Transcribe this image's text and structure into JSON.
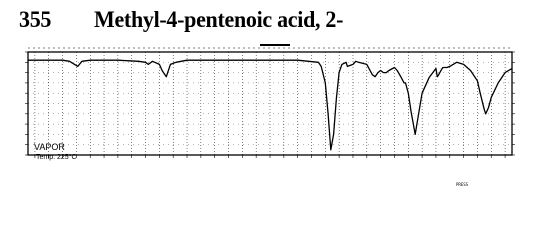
{
  "header": {
    "entry_number": "355",
    "compound_name": "Methyl-4-pentenoic acid, 2-"
  },
  "sample": {
    "phase": "VAPOR",
    "condition": "Temp. 225°C"
  },
  "footer": {
    "credit": "PRESS"
  },
  "chart_data": {
    "type": "line",
    "title": "Methyl-4-pentenoic acid, 2-",
    "xlabel": "",
    "ylabel": "",
    "xlim": [
      3950,
      450
    ],
    "ylim": [
      0,
      100
    ],
    "grid": true,
    "series": [
      {
        "x": [
          3950,
          3700,
          3650,
          3590,
          3560,
          3500,
          3300,
          3150,
          3100,
          3080,
          3050,
          3000,
          2980,
          2950,
          2920,
          2880,
          2800,
          2600,
          2400,
          2200,
          2000,
          1850,
          1830,
          1800,
          1780,
          1760,
          1740,
          1720,
          1700,
          1680,
          1650,
          1640,
          1600,
          1580,
          1560,
          1500,
          1460,
          1440,
          1420,
          1400,
          1380,
          1360,
          1340,
          1300,
          1280,
          1250,
          1230,
          1220,
          1200,
          1180,
          1150,
          1120,
          1100,
          1050,
          1000,
          990,
          980,
          960,
          950,
          920,
          900,
          850,
          800,
          750,
          720,
          700,
          680,
          650,
          640,
          620,
          600,
          550,
          500,
          450
        ],
        "y": [
          92,
          92,
          91,
          86,
          91,
          92,
          92,
          91,
          90,
          88,
          91,
          88,
          82,
          76,
          88,
          90,
          92,
          92,
          92,
          92,
          92,
          90,
          86,
          70,
          40,
          5,
          20,
          55,
          80,
          88,
          90,
          86,
          88,
          91,
          90,
          88,
          78,
          76,
          80,
          82,
          80,
          80,
          82,
          85,
          82,
          75,
          70,
          70,
          60,
          42,
          20,
          44,
          60,
          75,
          84,
          76,
          78,
          83,
          85,
          85,
          86,
          90,
          88,
          82,
          76,
          72,
          60,
          44,
          40,
          46,
          56,
          70,
          80,
          84
        ]
      }
    ]
  }
}
